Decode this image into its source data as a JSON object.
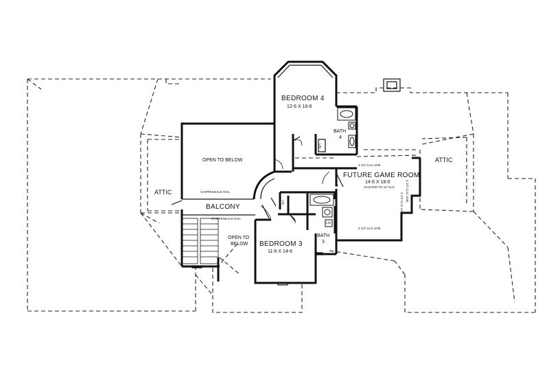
{
  "rooms": {
    "bedroom4": {
      "name": "BEDROOM 4",
      "dims": "12-6 X 16-6"
    },
    "bedroom3": {
      "name": "BEDROOM 3",
      "dims": "11-6 X 14-6"
    },
    "game_room": {
      "name": "FUTURE GAME ROOM",
      "dims": "14-6 X 18-0",
      "note": "VAULTED TO 10' CLG"
    },
    "bath4": {
      "line1": "BATH",
      "line2": "4"
    },
    "bath3": {
      "line1": "BATH",
      "line2": "3"
    },
    "open_below_left": {
      "text": "OPEN TO BELOW"
    },
    "open_below_stair": {
      "line1": "OPEN TO",
      "line2": "BELOW"
    },
    "balcony": {
      "text": "BALCONY"
    },
    "attic_left": {
      "text": "ATTIC"
    },
    "attic_right": {
      "text": "ATTIC"
    }
  },
  "annotations": {
    "chippendale_top": "CHIPPENDALE RAIL",
    "chippendale_bottom": "CHIPPENDALE RAIL",
    "clg_top": "4 1/2' CLG LINE",
    "clg_bottom": "4 1/2' CLG LINE",
    "clg_right": "4 1/2' CLG LINE",
    "clg_inner": "4 1/2' CLG LINE",
    "linen_a": "LIN",
    "linen_b": "LIN",
    "linen_c": "LIN"
  }
}
